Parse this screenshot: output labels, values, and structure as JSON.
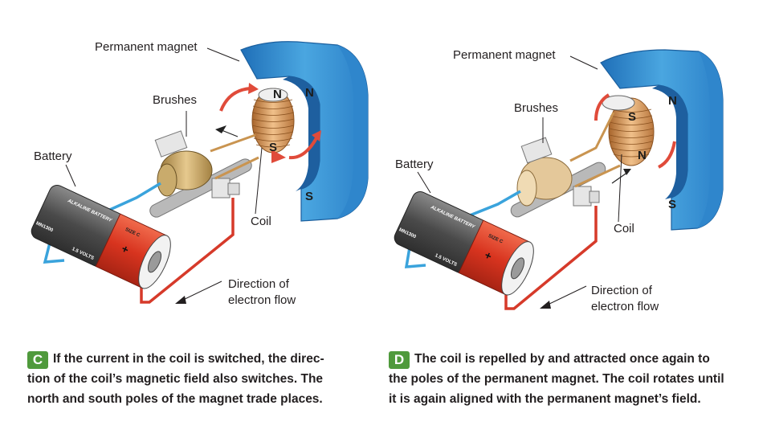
{
  "panels": [
    {
      "letter": "C",
      "caption_lines": [
        "If the current in the coil is switched, the direc-",
        "tion of the coil’s magnetic field also switches. The",
        "north and south poles of the magnet trade places."
      ],
      "labels": {
        "magnet": "Permanent magnet",
        "brushes": "Brushes",
        "battery": "Battery",
        "coil": "Coil",
        "flow_line1": "Direction of",
        "flow_line2": "electron flow"
      },
      "poles": {
        "coil_top": "N",
        "coil_bottom": "S",
        "magnet_top": "N",
        "magnet_bottom": "S"
      },
      "battery_text": {
        "brand": "ALKALINE BATTERY",
        "model": "MN1300",
        "volts": "1.5 VOLTS",
        "size": "SIZE C",
        "plus": "+"
      }
    },
    {
      "letter": "D",
      "caption_lines": [
        "The coil is repelled by and attracted once again to",
        "the poles of the permanent magnet. The coil rotates until",
        "it is again aligned with the permanent magnet’s field."
      ],
      "labels": {
        "magnet": "Permanent magnet",
        "brushes": "Brushes",
        "battery": "Battery",
        "coil": "Coil",
        "flow_line1": "Direction of",
        "flow_line2": "electron flow"
      },
      "poles": {
        "coil_top": "S",
        "coil_bottom": "N",
        "magnet_top": "N",
        "magnet_bottom": "S"
      },
      "battery_text": {
        "brand": "ALKALINE BATTERY",
        "model": "MN1300",
        "volts": "1.5 VOLTS",
        "size": "SIZE C",
        "plus": "+"
      }
    }
  ],
  "colors": {
    "magnet": "#3f9ad8",
    "coil": "#d5995c",
    "battery_red": "#d8341f",
    "battery_dark": "#555555",
    "wire_blue": "#3aa3dc",
    "wire_red": "#d63a2a",
    "arrow_red": "#e04b3a",
    "badge": "#4f9a3c"
  }
}
